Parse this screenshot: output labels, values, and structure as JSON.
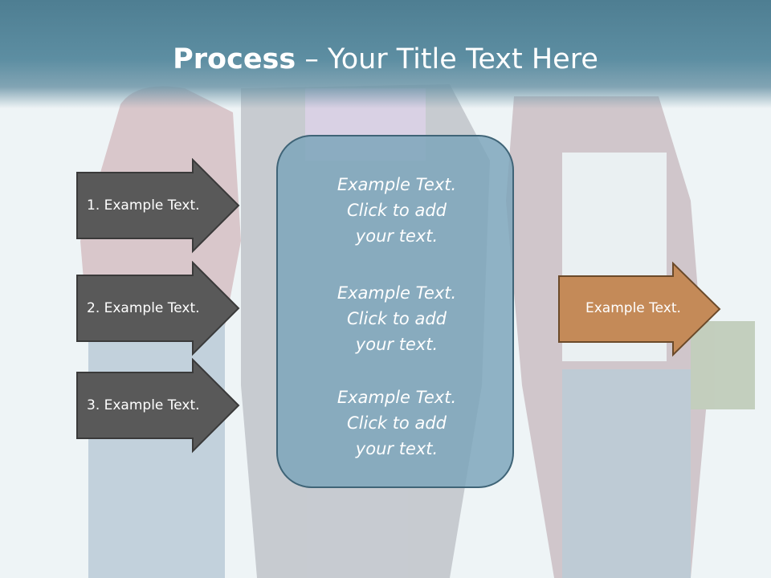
{
  "slide": {
    "title_bold": "Process",
    "title_rest": " – Your Title Text Here"
  },
  "left_steps": [
    {
      "label": "1. Example Text."
    },
    {
      "label": "2. Example Text."
    },
    {
      "label": "3. Example Text."
    }
  ],
  "center_box": {
    "blocks": [
      {
        "lines": [
          "Example Text.",
          "Click  to add",
          "your text."
        ]
      },
      {
        "lines": [
          "Example Text.",
          "Click  to add",
          "your text."
        ]
      },
      {
        "lines": [
          "Example Text.",
          "Click  to add",
          "your text."
        ]
      }
    ]
  },
  "right_arrow": {
    "label": "Example Text."
  },
  "colors": {
    "header": "#5d8ea2",
    "dark_arrow": "#595959",
    "orange_arrow": "#c48a58",
    "center_box": "#7aa4ba"
  }
}
